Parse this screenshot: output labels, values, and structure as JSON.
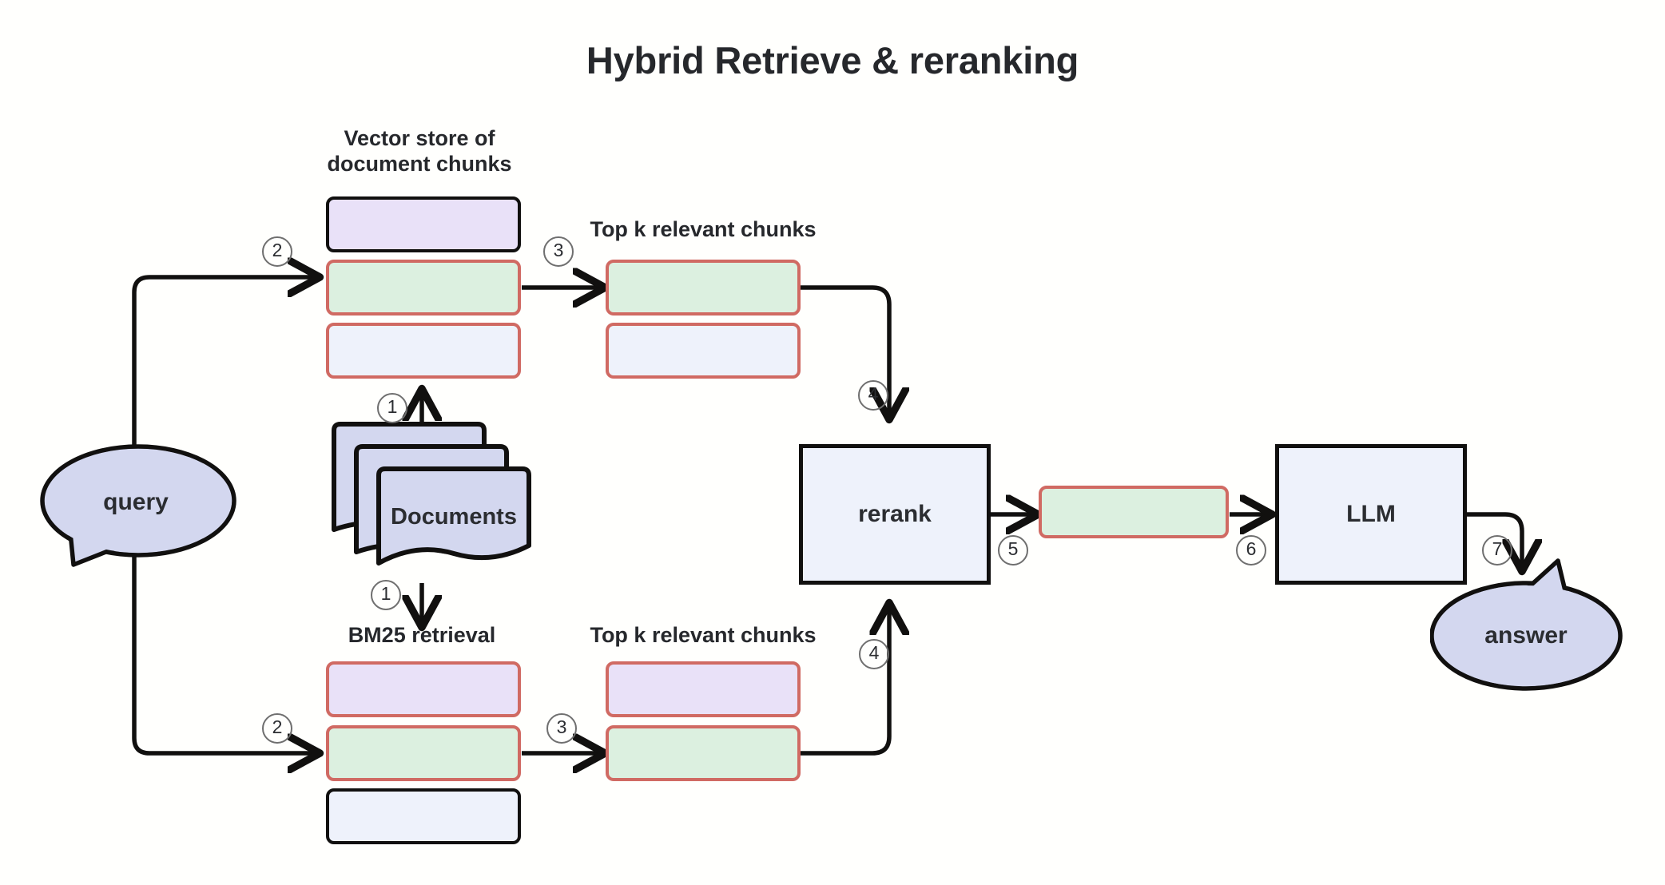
{
  "diagram": {
    "title": "Hybrid Retrieve & reranking",
    "background_color": "#fffffd",
    "accent_colors": {
      "chunk_border_red": "#d06a63",
      "chunk_border_black": "#11100f",
      "fill_purple": "#e9e1f8",
      "fill_green": "#dcf0e0",
      "fill_blue": "#eef2fb",
      "bubble_fill": "#d3d7ef",
      "stroke": "#11100f",
      "text": "#2b2d31"
    }
  },
  "labels": {
    "vector_store": "Vector store of\ndocument chunks",
    "topk_top": "Top k relevant chunks",
    "bm25": "BM25 retrieval",
    "topk_bottom": "Top k relevant chunks"
  },
  "nodes": {
    "query": "query",
    "documents": "Documents",
    "rerank": "rerank",
    "llm": "LLM",
    "answer": "answer"
  },
  "steps": {
    "s1_up": "1",
    "s1_down": "1",
    "s2_top": "2",
    "s2_bottom": "2",
    "s3_top": "3",
    "s3_bottom": "3",
    "s4_top": "4",
    "s4_bottom": "4",
    "s5": "5",
    "s6": "6",
    "s7": "7"
  },
  "chunks": {
    "vector_store": [
      {
        "fill": "purple",
        "border": "black"
      },
      {
        "fill": "green",
        "border": "red"
      },
      {
        "fill": "blue",
        "border": "red"
      }
    ],
    "topk_top": [
      {
        "fill": "green",
        "border": "red"
      },
      {
        "fill": "blue",
        "border": "red"
      }
    ],
    "bm25": [
      {
        "fill": "purple",
        "border": "red"
      },
      {
        "fill": "green",
        "border": "red"
      },
      {
        "fill": "blue",
        "border": "black"
      }
    ],
    "topk_bottom": [
      {
        "fill": "purple",
        "border": "red"
      },
      {
        "fill": "green",
        "border": "red"
      }
    ],
    "rerank_output": [
      {
        "fill": "green",
        "border": "red"
      }
    ]
  }
}
